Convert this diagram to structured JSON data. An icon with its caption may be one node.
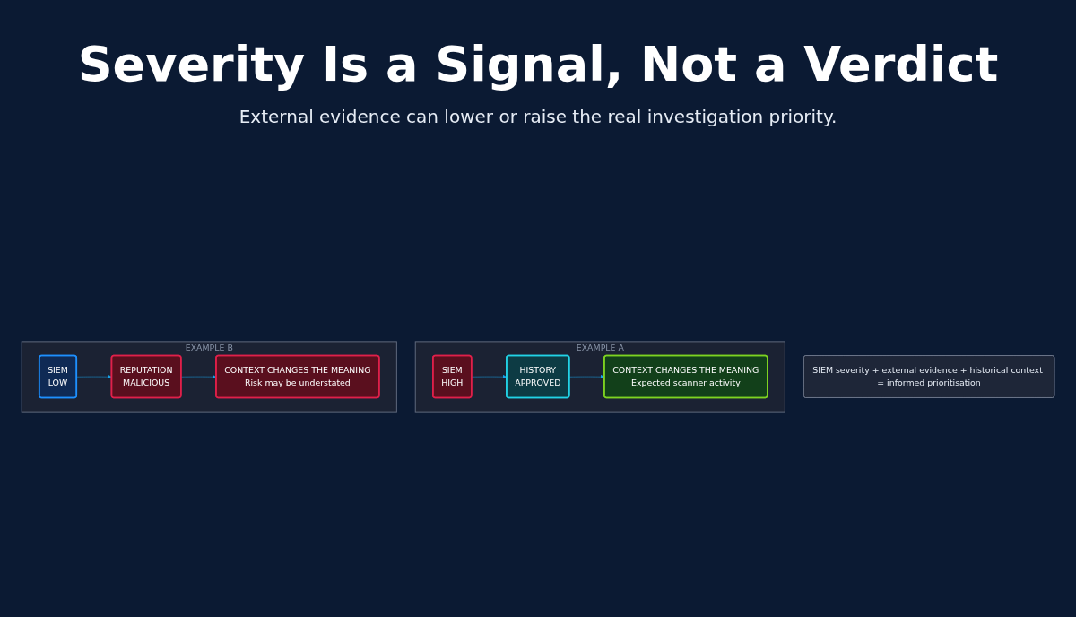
{
  "diagram": {
    "title": "Severity Is a Signal, Not a Verdict",
    "labels": [
      "External evidence can lower or raise the real investigation priority."
    ],
    "nodes": [
      {
        "text": [
          "EXAMPLE A"
        ]
      },
      {
        "text": [
          "SIEM",
          "HIGH"
        ],
        "in": 0
      },
      {
        "text": [
          "HISTORY",
          "APPROVED"
        ],
        "in": 0
      },
      {
        "text": [
          "CONTEXT CHANGES THE MEANING",
          "Expected scanner activity"
        ],
        "in": 0
      },
      {
        "text": [
          "EXAMPLE B"
        ]
      },
      {
        "text": [
          "SIEM",
          "LOW"
        ],
        "in": 4
      },
      {
        "text": [
          "REPUTATION",
          "MALICIOUS"
        ],
        "in": 4
      },
      {
        "text": [
          "CONTEXT CHANGES THE MEANING",
          "Risk may be understated"
        ],
        "in": 4
      },
      {
        "text": [
          "SIEM severity + external evidence + historical context = informed prioritisation"
        ]
      }
    ],
    "edges": [
      {
        "from": 1,
        "to": 2,
        "arrow": "to"
      },
      {
        "from": 2,
        "to": 3,
        "arrow": "to"
      },
      {
        "from": 5,
        "to": 6,
        "arrow": "to"
      },
      {
        "from": 6,
        "to": 7,
        "arrow": "to"
      }
    ]
  }
}
